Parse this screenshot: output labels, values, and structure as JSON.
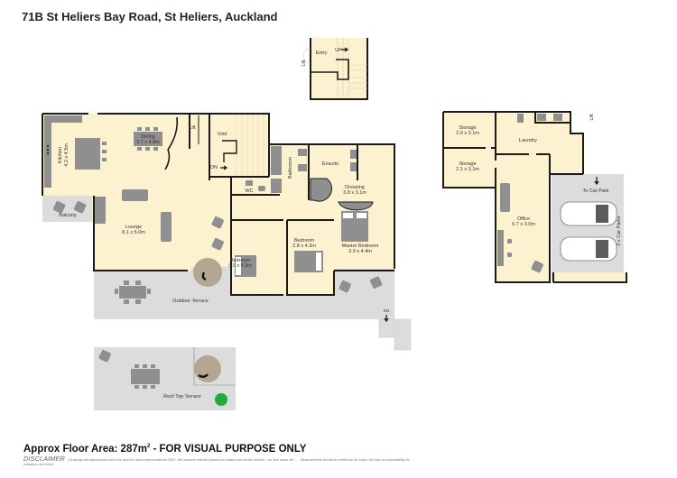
{
  "title": "71B St Heliers Bay Road, St Heliers, Auckland",
  "colors": {
    "room_fill": "#fdf2d0",
    "outdoor_fill": "#dcdcdc",
    "wall": "#1a1a1a",
    "furniture": "#8f8f8f",
    "spiral_stair": "#b3a791",
    "plant": "#1faa3a"
  },
  "entry_level": {
    "rooms": [
      {
        "name": "Entry",
        "dims": ""
      },
      {
        "name": "UP",
        "dims": ""
      },
      {
        "name": "Lift",
        "dims": ""
      }
    ]
  },
  "main_level": {
    "rooms": [
      {
        "name": "Kitchen",
        "dims": "4.2 x 4.5m"
      },
      {
        "name": "Dining",
        "dims": "3.7 x 4.8m"
      },
      {
        "name": "Lift",
        "dims": ""
      },
      {
        "name": "Void",
        "dims": ""
      },
      {
        "name": "DN",
        "dims": ""
      },
      {
        "name": "Lounge",
        "dims": "8.1 x 5.0m"
      },
      {
        "name": "Balcony",
        "dims": ""
      },
      {
        "name": "WC",
        "dims": ""
      },
      {
        "name": "Bathroom",
        "dims": ""
      },
      {
        "name": "Ensuite",
        "dims": ""
      },
      {
        "name": "Dressing",
        "dims": "3.8 x 3.1m"
      },
      {
        "name": "Bedroom",
        "dims": "2.8 x 4.3m"
      },
      {
        "name": "Bedroom",
        "dims": "3.0 x 4.3m"
      },
      {
        "name": "Master Bedroom",
        "dims": "3.9 x 4.4m"
      },
      {
        "name": "Outdoor Terrace",
        "dims": ""
      },
      {
        "name": "DN",
        "dims": ""
      }
    ]
  },
  "roof_level": {
    "rooms": [
      {
        "name": "Roof Top Terrace",
        "dims": ""
      }
    ]
  },
  "lower_level": {
    "rooms": [
      {
        "name": "Storage",
        "dims": "2.0 x 3.1m"
      },
      {
        "name": "Storage",
        "dims": "2.1 x 3.1m"
      },
      {
        "name": "Laundry",
        "dims": ""
      },
      {
        "name": "Lift",
        "dims": ""
      },
      {
        "name": "Office",
        "dims": "6.7 x 3.0m"
      },
      {
        "name": "To Car Park",
        "dims": ""
      },
      {
        "name": "2 x Car Parks",
        "dims": ""
      }
    ]
  },
  "footer": {
    "area_label": "Approx Floor Area: 287m",
    "area_sup": "2",
    "area_suffix": " - FOR VISUAL PURPOSE ONLY",
    "disclaimer_title": "DISCLAIMER",
    "disclaimer_text": "| Drawings are approximate and to be used for visual representations ONLY. We measure internal spaces (excl walls) and not the exterior ; our floor areas refl... ... Measurements should be verified by the buyer. We take no responsibility for omissions and errors."
  }
}
